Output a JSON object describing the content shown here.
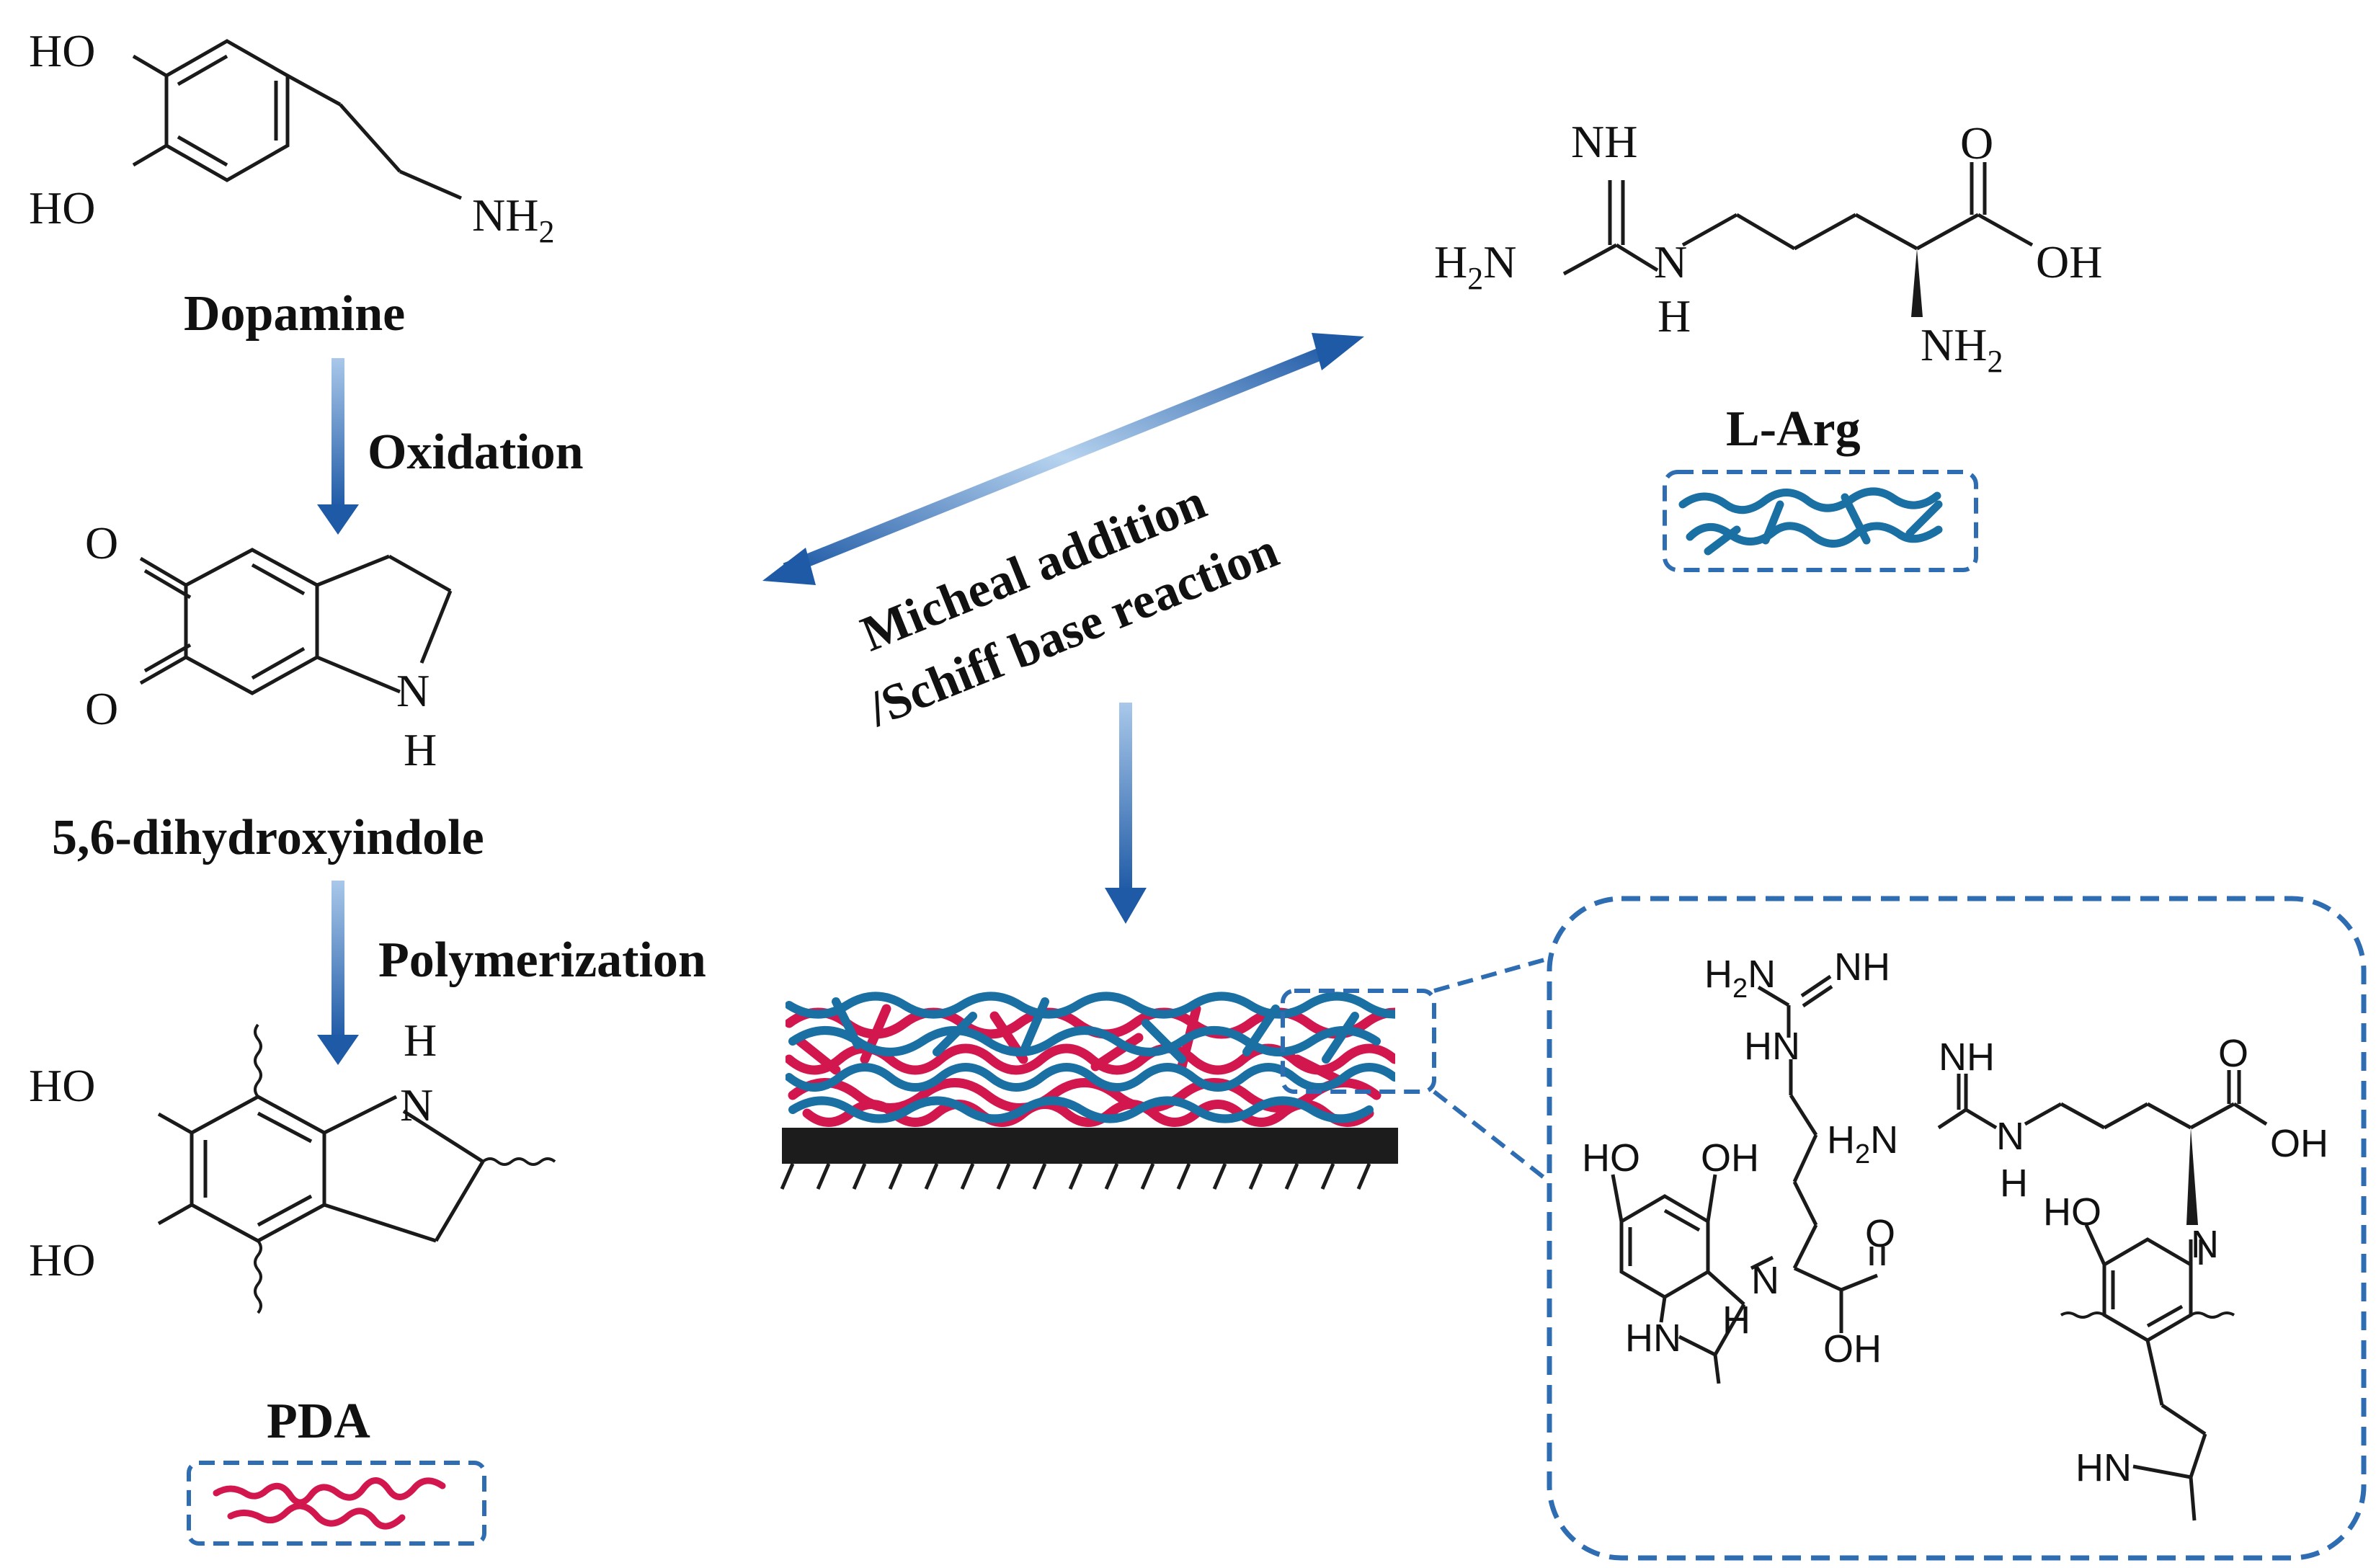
{
  "colors": {
    "bond": "#1a1a1a",
    "arrow": "#1f5aa6",
    "arrow_light": "#a9c8ea",
    "frame": "#2f6db3",
    "pda_strand": "#d2174f",
    "arg_strand": "#1a6fa3",
    "substrate": "#1c1c1c"
  },
  "molecules": {
    "dopamine": {
      "name": "Dopamine",
      "oh_top": "HO",
      "oh_bottom": "HO",
      "amine": "NH",
      "amine_sub": "2"
    },
    "intermediate": {
      "name": "5,6-dihydroxyindole",
      "o_top": "O",
      "o_bottom": "O",
      "n": "N",
      "h": "H"
    },
    "pda": {
      "name": "PDA",
      "oh_top": "HO",
      "oh_bottom": "HO",
      "n": "N",
      "h": "H"
    },
    "larg": {
      "name": "L-Arg",
      "nh": "NH",
      "h2n": "H",
      "h2n_sub": "2",
      "h2n_n": "N",
      "n": "N",
      "h": "H",
      "o": "O",
      "oh": "OH",
      "nh2": "NH",
      "nh2_sub": "2"
    }
  },
  "steps": {
    "oxidation": "Oxidation",
    "polymerization": "Polymerization",
    "reaction_line1": "Micheal addition",
    "reaction_line2": "/Schiff base reaction"
  },
  "detail": {
    "h2n_a": "H",
    "h2n_a_sub": "2",
    "h2n_a_n": "N",
    "nh_a": "NH",
    "hn_a": "HN",
    "nh_b": "NH",
    "h2n_b": "H",
    "h2n_b_sub": "2",
    "h2n_b_n": "N",
    "n_b": "N",
    "h_b": "H",
    "o_c": "O",
    "oh_c": "OH",
    "ho_1": "HO",
    "oh_1": "OH",
    "nh_mid": "N",
    "h_mid": "H",
    "o_mid": "O",
    "oh_mid": "OH",
    "hn_left": "HN",
    "ho_right": "HO",
    "n_right": "N",
    "hn_right": "HN"
  }
}
